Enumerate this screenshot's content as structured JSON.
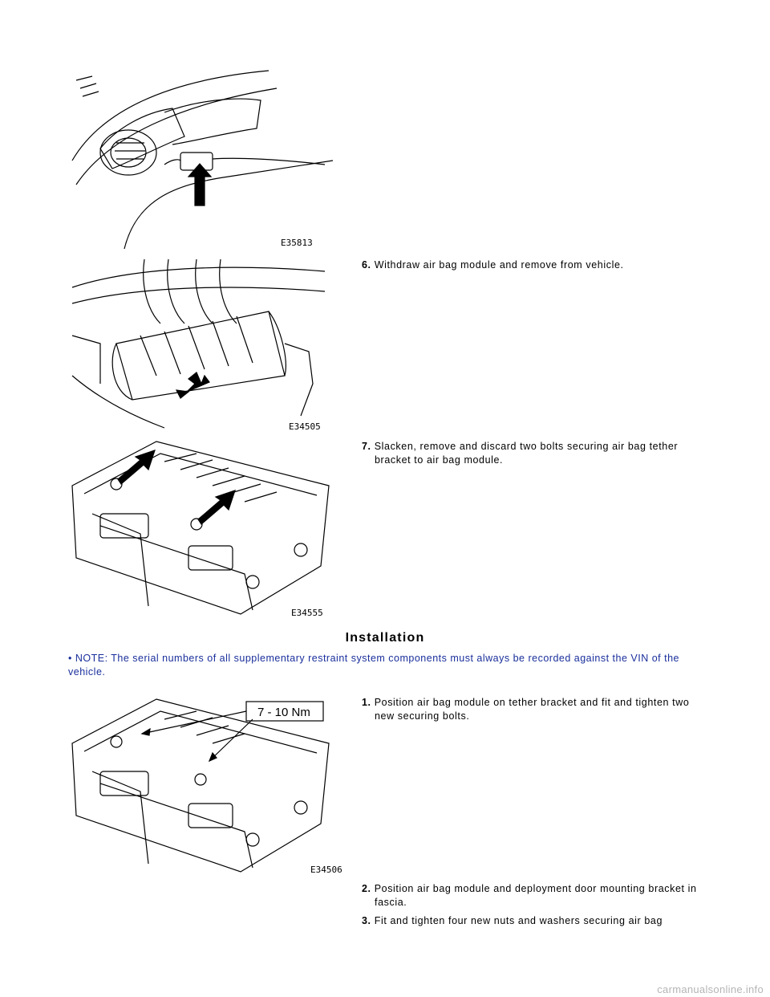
{
  "figures": {
    "fig1": "E35813",
    "fig2": "E34505",
    "fig3": "E34555",
    "fig4": "E34506",
    "torque_callout": "7 - 10 Nm"
  },
  "removal_steps": [
    {
      "num": "6.",
      "text": "Withdraw air bag module and remove from vehicle."
    },
    {
      "num": "7.",
      "text": "Slacken, remove and discard two bolts securing air bag tether bracket to air bag module."
    }
  ],
  "installation": {
    "title": "Installation",
    "note": "• NOTE: The serial numbers of all supplementary restraint system components must always be recorded against the VIN of the vehicle.",
    "steps": [
      {
        "num": "1.",
        "text": "Position air bag module on tether bracket and fit and tighten two new securing bolts."
      },
      {
        "num": "2.",
        "text": "Position air bag module and deployment door mounting bracket in fascia."
      },
      {
        "num": "3.",
        "text": "Fit and tighten four new nuts and washers securing air bag"
      }
    ]
  },
  "watermark": "carmanualsonline.info"
}
